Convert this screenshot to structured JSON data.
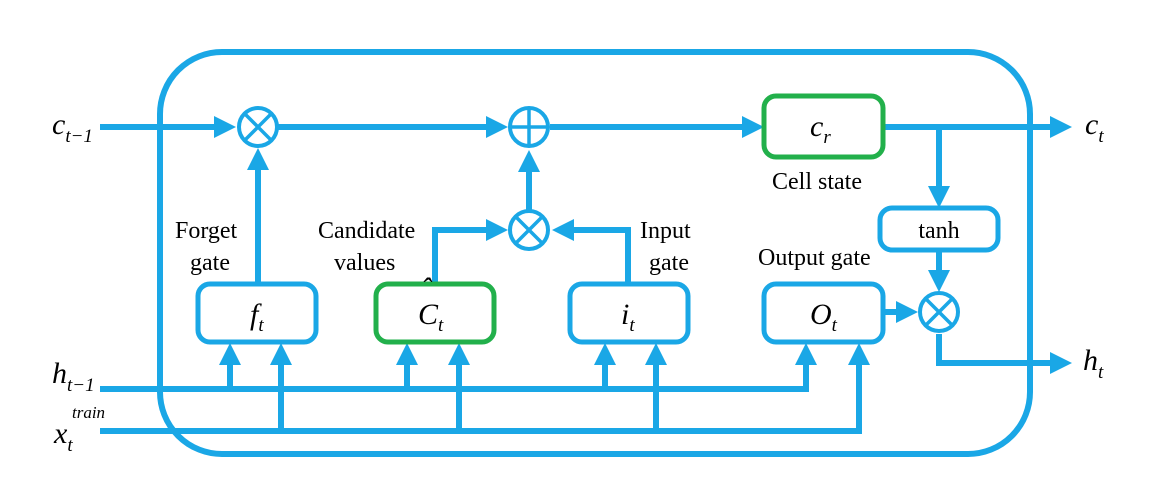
{
  "colors": {
    "wire": "#1aa7e6",
    "highlight_box": "#22b04b",
    "text": "#000000"
  },
  "inputs": {
    "c_prev": {
      "base": "c",
      "sub": "t−1"
    },
    "h_prev": {
      "base": "h",
      "sub": "t−1"
    },
    "x_train": {
      "base": "x",
      "sub": "t",
      "sup": "train"
    }
  },
  "outputs": {
    "c_t": {
      "base": "c",
      "sub": "t"
    },
    "h_t": {
      "base": "h",
      "sub": "t"
    }
  },
  "gates": {
    "forget": {
      "symbol": "f",
      "sub": "t",
      "label_line1": "Forget",
      "label_line2": "gate"
    },
    "candidate": {
      "hat": "ˆ",
      "symbol": "C",
      "sub": "t",
      "label_line1": "Candidate",
      "label_line2": "values"
    },
    "input": {
      "symbol": "i",
      "sub": "t",
      "label_line1": "Input",
      "label_line2": "gate"
    },
    "output": {
      "symbol": "O",
      "sub": "t",
      "label": "Output gate"
    }
  },
  "cell_state": {
    "symbol": "c",
    "sub": "r",
    "label": "Cell state"
  },
  "activation": {
    "label": "tanh"
  },
  "operators": {
    "multiply": "multiply-icon",
    "add": "add-icon"
  }
}
